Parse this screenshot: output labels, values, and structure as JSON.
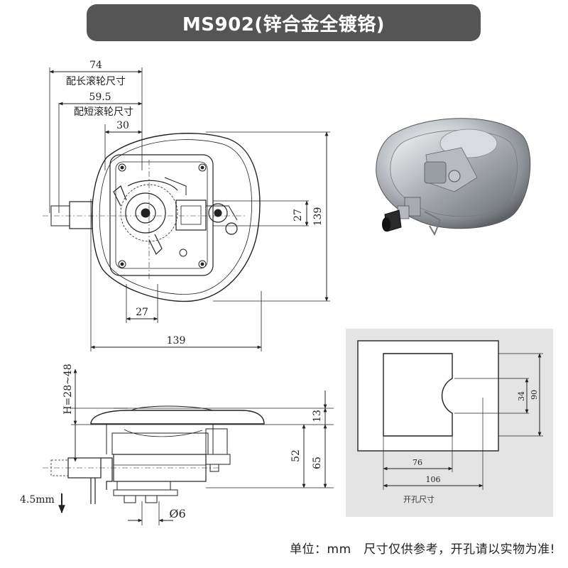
{
  "title": "MS902(锌合金全镀铬)",
  "top_view": {
    "dim_74": "74",
    "label_long_roller": "配长滚轮尺寸",
    "dim_59_5": "59.5",
    "label_short_roller": "配短滚轮尺寸",
    "dim_30": "30",
    "dim_27_right": "27",
    "dim_139_right": "139",
    "dim_27_bottom": "27",
    "dim_139_bottom": "139"
  },
  "side_view": {
    "dim_h": "H=28~48",
    "dim_13": "13",
    "dim_52": "52",
    "dim_65": "65",
    "dim_4_5": "4.5mm",
    "dim_phi6": "Ø6"
  },
  "cutout": {
    "dim_34": "34",
    "dim_90": "90",
    "dim_76": "76",
    "dim_106": "106",
    "label": "开孔尺寸"
  },
  "footer": "单位：mm　尺寸仅供参考，开孔请以实物为准!",
  "colors": {
    "title_bg": "#555555",
    "panel_bg": "#e4e4e4",
    "line": "#222222"
  }
}
